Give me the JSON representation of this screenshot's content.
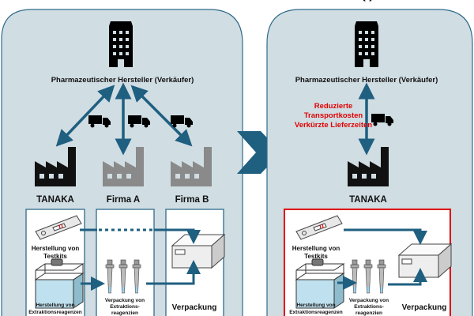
{
  "header": {
    "partial_title": "(                        )"
  },
  "before": {
    "seller": "Pharmazeutischer Hersteller (Verkäufer)",
    "companies": [
      "TANAKA",
      "Firma A",
      "Firma B"
    ],
    "steps": {
      "testkits": [
        "Herstellung von",
        "Testkits"
      ],
      "reagents": [
        "Herstellung von",
        "Extraktionsreagenzen"
      ],
      "packing_reagents": [
        "Verpackung von",
        "Extraktions-",
        "reagenzien"
      ],
      "packing": "Verpackung"
    }
  },
  "after": {
    "seller": "Pharmazeutischer Hersteller (Verkäufer)",
    "benefits": [
      "Reduzierte",
      "Transportkosten",
      "Verkürzte Lieferzeiten"
    ],
    "company": "TANAKA",
    "steps": {
      "testkits": [
        "Herstellung von",
        "Testkits"
      ],
      "reagents": [
        "Herstellung von",
        "Extraktionsreagenzen"
      ],
      "packing_reagents": [
        "Verpackung von",
        "Extraktions-",
        "reagenzien"
      ],
      "packing": "Verpackung"
    }
  },
  "colors": {
    "panel": "#d0dde3",
    "border": "#2f6b8a",
    "arrow": "#1f5f80",
    "highlight": "#e00000",
    "factory_tanaka": "#111111",
    "factory_other": "#8a8a8a"
  }
}
